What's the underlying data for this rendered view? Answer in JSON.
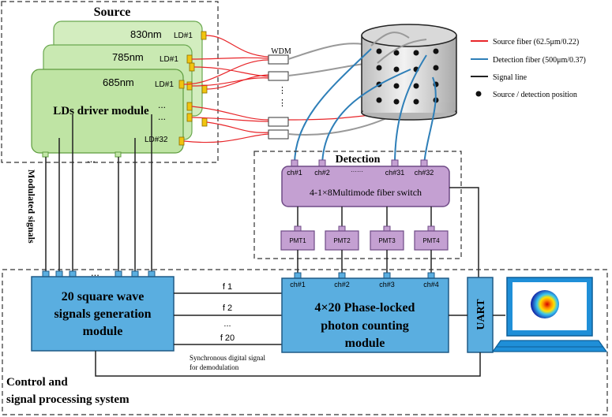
{
  "source": {
    "title": "Source",
    "wavelengths": [
      "830nm",
      "785nm",
      "685nm"
    ],
    "ld_labels": {
      "first": "LD#1",
      "last": "LD#32"
    },
    "driver_label": "LDs driver module",
    "ellipsis": "...",
    "bottom_ellipsis": "..."
  },
  "wdm_label": "WDM",
  "modulated_label": "Modulated signals",
  "legend": {
    "items": [
      {
        "label": "Source fiber (62.5μm/0.22)",
        "color": "#e8262a"
      },
      {
        "label": "Detection fiber (500μm/0.37)",
        "color": "#2e7fb8"
      },
      {
        "label": "Signal line",
        "color": "#222222"
      },
      {
        "label": "Source / detection position",
        "color": "#111111"
      }
    ]
  },
  "detection": {
    "title": "Detection",
    "channels": [
      "ch#1",
      "ch#2",
      "······",
      "ch#31",
      "ch#32"
    ],
    "switch_label": "4-1×8Multimode  fiber  switch",
    "pmts": [
      "PMT1",
      "PMT2",
      "PMT3",
      "PMT4"
    ]
  },
  "control": {
    "title_line1": "Control and",
    "title_line2": "signal processing system",
    "sq_gen": [
      "20 square wave",
      "signals generation",
      "module"
    ],
    "sq_ellipsis": "...",
    "freqs": [
      "f 1",
      "f 2",
      "...",
      "f 20"
    ],
    "phase": {
      "channels": [
        "ch#1",
        "ch#2",
        "ch#3",
        "ch#4"
      ],
      "line1": "4×20 Phase-locked",
      "line2": "photon counting",
      "line3": "module"
    },
    "uart": "UART",
    "sync_line1": "Synchronous digital signal",
    "sync_line2": "for demodulation"
  },
  "colors": {
    "green_fill": "#c3e6a8",
    "green_stroke": "#5e9c3e",
    "blue_fill": "#5aaee0",
    "blue_stroke": "#1f5a86",
    "purple_fill": "#c4a0d2",
    "purple_stroke": "#6f4a86",
    "red": "#e8262a",
    "det_blue": "#2e7fb8",
    "gold": "#f1c40f"
  }
}
